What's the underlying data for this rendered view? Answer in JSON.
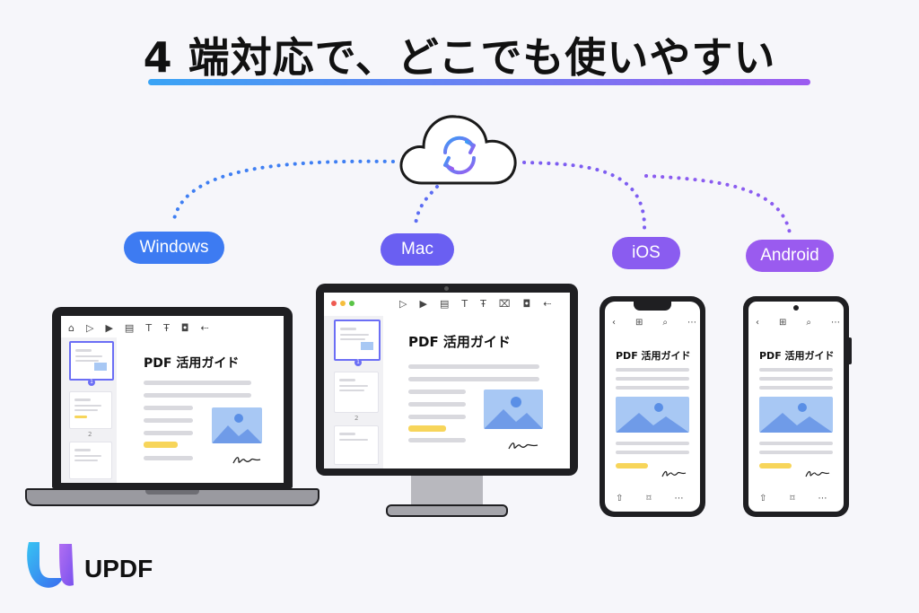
{
  "title": "4 端対応で、どこでも使いやすい",
  "platforms": {
    "windows": "Windows",
    "mac": "Mac",
    "ios": "iOS",
    "android": "Android"
  },
  "document": {
    "title": "PDF 活用ガイド"
  },
  "thumbnails": {
    "windows": [
      "1",
      "2"
    ],
    "mac": [
      "1",
      "2"
    ]
  },
  "toolbar_icons": [
    "home-icon",
    "play-icon",
    "select-icon",
    "comment-icon",
    "text-icon",
    "textbox-icon",
    "shape-icon",
    "back-icon"
  ],
  "mobile_icons": [
    "back-icon",
    "grid-icon",
    "search-icon",
    "more-icon",
    "share-icon",
    "bookmark-icon"
  ],
  "brand": {
    "name": "UPDF"
  },
  "colors": {
    "gradient_start": "#3aa4f5",
    "gradient_end": "#9c5bf0",
    "windows_pill": "#3d7bf2",
    "mac_pill": "#6a5ff2",
    "ios_pill": "#8a5cf0",
    "android_pill": "#9a5bef",
    "dots_blue": "#3f7ff3",
    "dots_purple": "#8b5cf0"
  }
}
